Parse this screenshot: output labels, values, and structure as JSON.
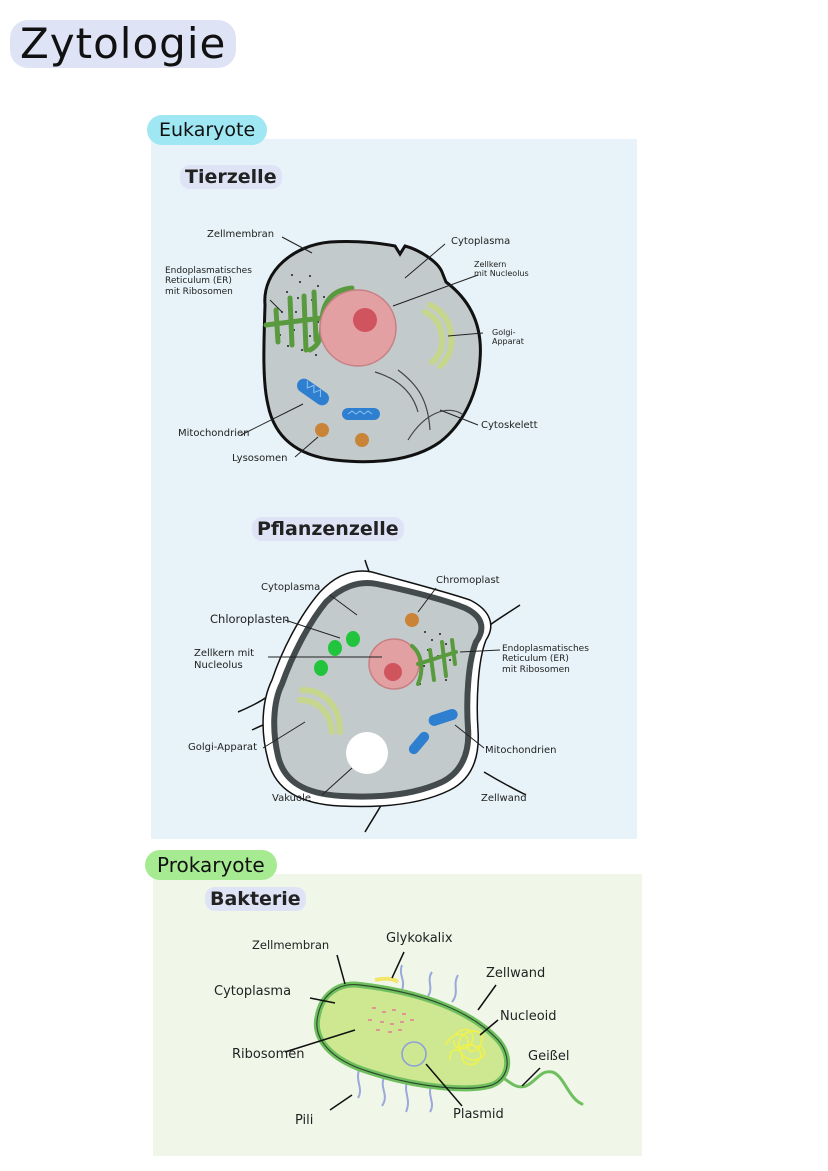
{
  "page": {
    "title": "Zytologie"
  },
  "eukaryote": {
    "label": "Eukaryote",
    "animal_cell": {
      "heading": "Tierzelle",
      "labels": {
        "membrane": "Zellmembran",
        "cytoplasm": "Cytoplasma",
        "er_line1": "Endoplasmatisches",
        "er_line2": "Reticulum (ER)",
        "er_line3": "mit Ribosomen",
        "nucleus_line1": "Zellkern",
        "nucleus_line2": "mit Nucleolus",
        "golgi_line1": "Golgi-",
        "golgi_line2": "Apparat",
        "mitochondria": "Mitochondrien",
        "cytoskeleton": "Cytoskelett",
        "lysosomes": "Lysosomen"
      }
    },
    "plant_cell": {
      "heading": "Pflanzenzelle",
      "labels": {
        "cytoplasm": "Cytoplasma",
        "chromoplast": "Chromoplast",
        "chloroplasts": "Chloroplasten",
        "nucleus_line1": "Zellkern mit",
        "nucleus_line2": "Nucleolus",
        "er_line1": "Endoplasmatisches",
        "er_line2": "Reticulum (ER)",
        "er_line3": "mit Ribosomen",
        "golgi": "Golgi-Apparat",
        "mitochondria": "Mitochondrien",
        "vacuole": "Vakuole",
        "cell_wall": "Zellwand"
      }
    }
  },
  "prokaryote": {
    "label": "Prokaryote",
    "bacterium": {
      "heading": "Bakterie",
      "labels": {
        "membrane": "Zellmembran",
        "glycocalyx": "Glykokalix",
        "cell_wall": "Zellwand",
        "cytoplasm": "Cytoplasma",
        "nucleoid": "Nucleoid",
        "ribosomes": "Ribosomen",
        "flagellum": "Geißel",
        "pili": "Pili",
        "plasmid": "Plasmid"
      }
    }
  },
  "colors": {
    "eukaryote_pill": "#9fe7f2",
    "prokaryote_pill": "#a6ea92",
    "eukaryote_panel": "#e7f3f8",
    "prokaryote_panel": "#f0f7e9",
    "cytoplasm": "#c3cacb",
    "nucleus": "#e2a0a3",
    "nucleolus": "#d0545d",
    "er": "#5a9a3e",
    "golgi": "#c6d68c",
    "mitochondria": "#2f7fd1",
    "lysosome": "#c98438",
    "chloroplast": "#22c43d",
    "bacterium_fill": "#cde890",
    "bacterium_border": "#6fbf5f"
  }
}
